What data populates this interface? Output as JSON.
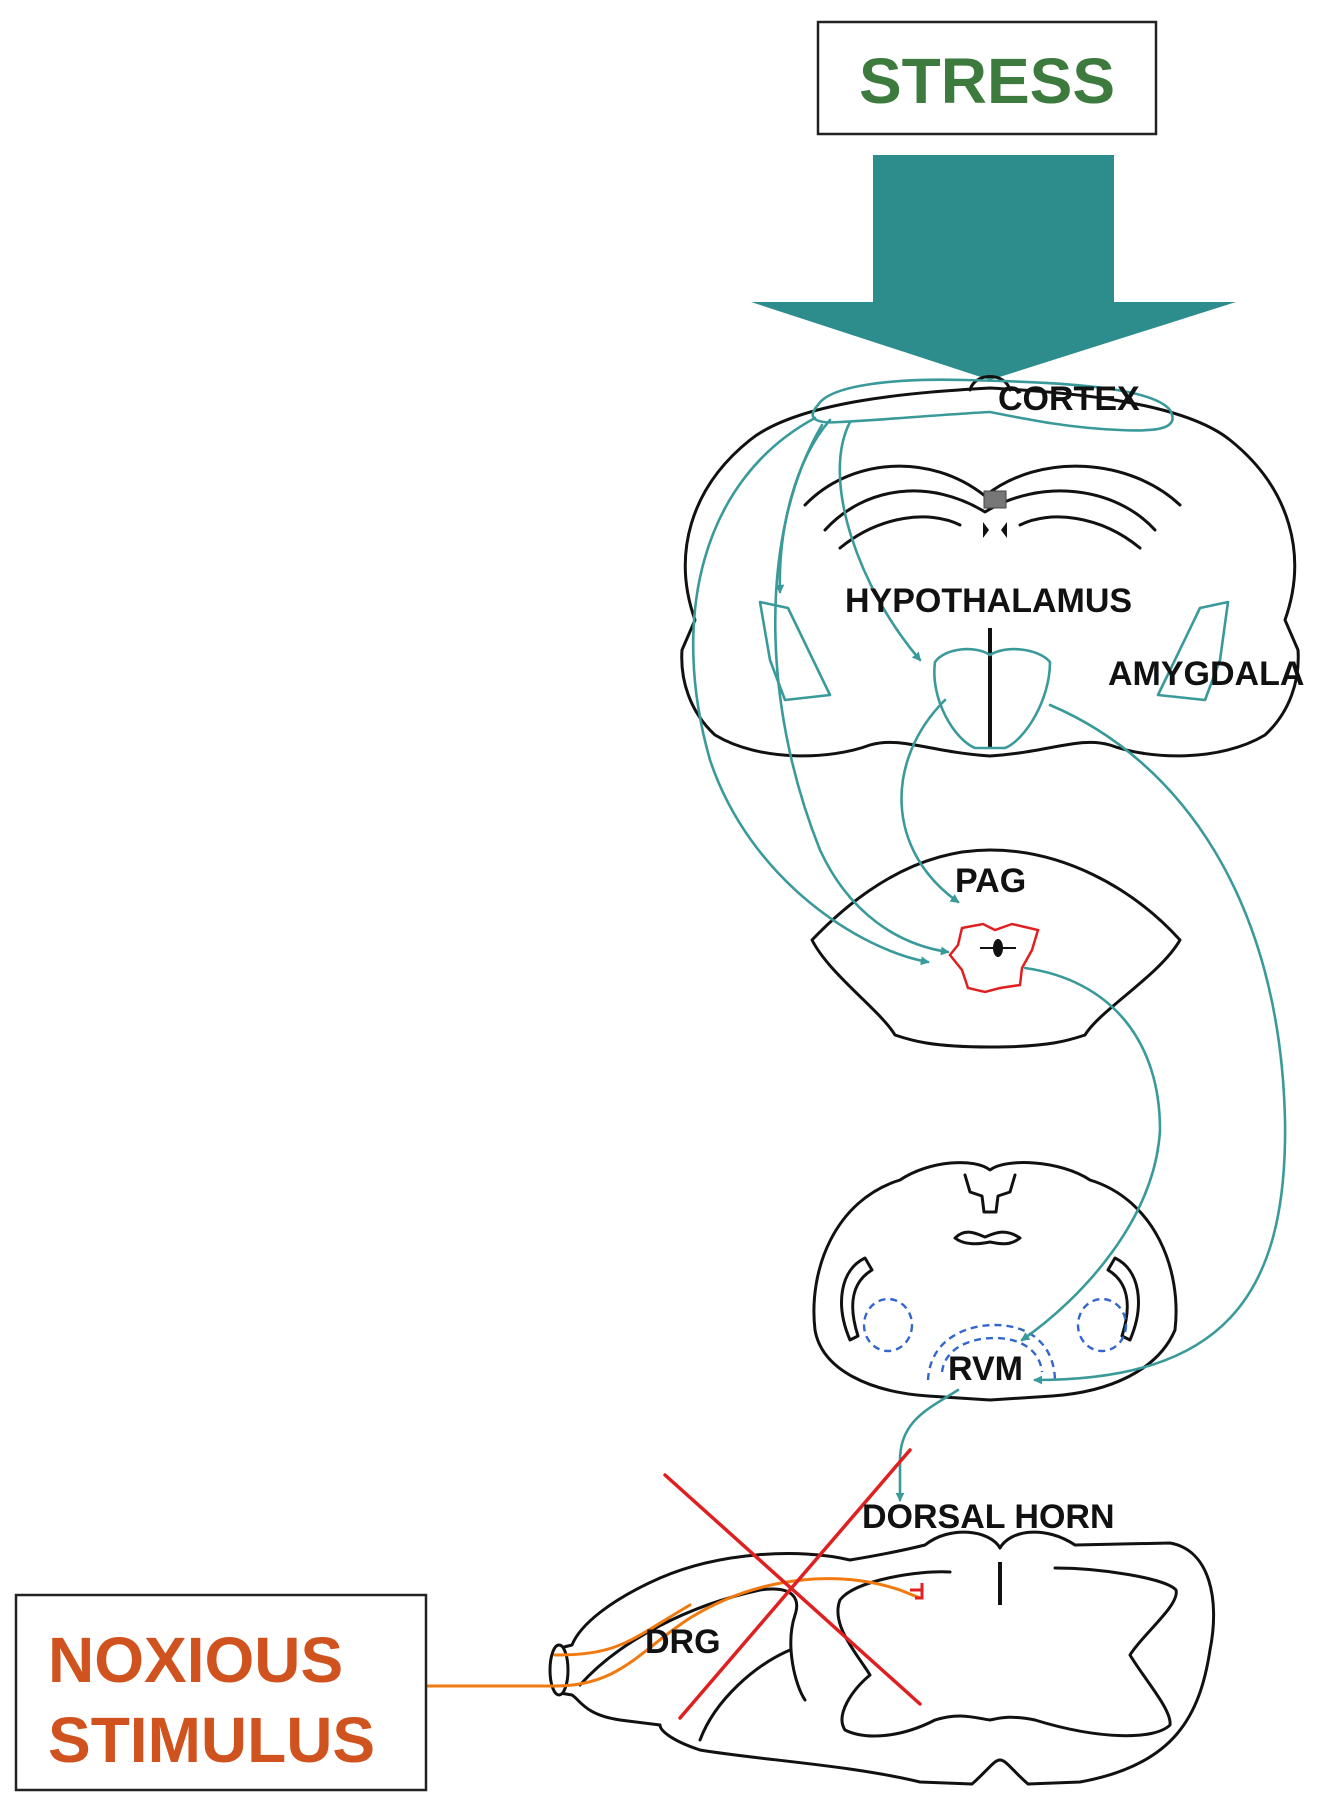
{
  "stress_box": {
    "label": "STRESS"
  },
  "noxious_box": {
    "line1": "NOXIOUS",
    "line2": "STIMULUS"
  },
  "regions": {
    "cortex": "CORTEX",
    "hypothalamus": "HYPOTHALAMUS",
    "amygdala": "AMYGDALA",
    "pag": "PAG",
    "rvm": "RVM",
    "dorsal_horn": "DORSAL HORN",
    "drg": "DRG"
  },
  "colors": {
    "stress_text": "#3d7a3d",
    "stress_arrow": "#2d8c8c",
    "pathway": "#3a9a9a",
    "pag_outline": "#e02020",
    "rvm_dashed": "#3366cc",
    "noxious_text": "#d0521e",
    "nociceptor_fiber": "#f07a10",
    "block_cross": "#e02020",
    "outline": "#111111"
  },
  "icons": {
    "stress_arrow": "down-arrow-icon",
    "block_cross": "x-cross-icon"
  }
}
